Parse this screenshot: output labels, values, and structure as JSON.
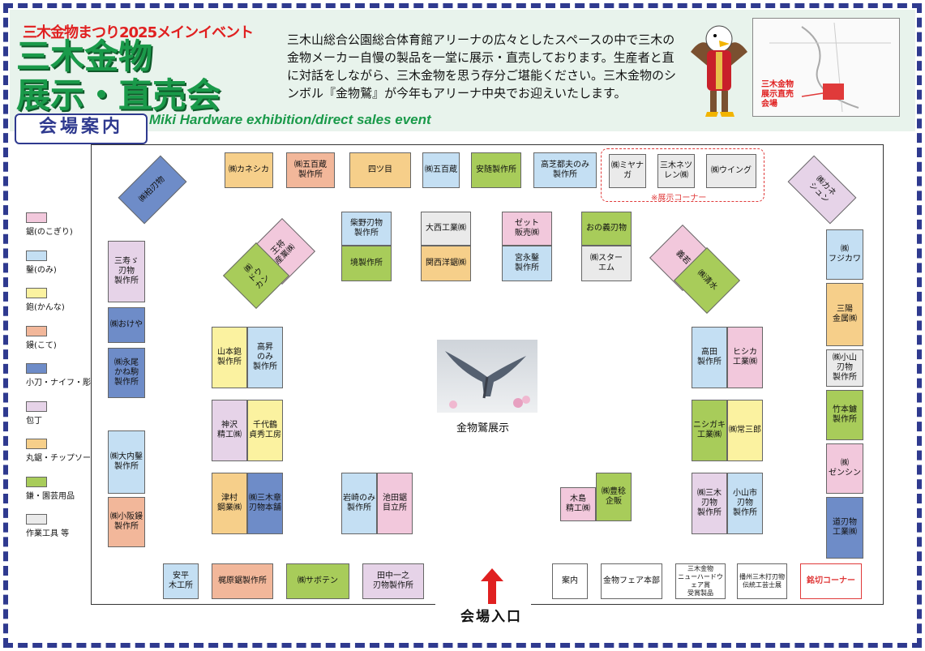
{
  "header": {
    "event_line": "三木金物まつり2025メインイベント",
    "title_line1": "三木金物",
    "title_line2": "展示・直売会",
    "guide": "会場案内",
    "english_title": "Miki Hardware exhibition/direct sales event",
    "description": "三木山総合公園総合体育館アリーナの広々としたスペースの中で三木の金物メーカー自慢の製品を一堂に展示・直売しております。生産者と直に対話をしながら、三木金物を思う存分ご堪能ください。三木金物のシンボル『金物鷲』が今年もアリーナ中央でお迎えいたします。",
    "inset_label": "三木金物\n展示直売\n会場"
  },
  "legend": [
    {
      "label": "鋸(のこぎり)",
      "color": "#f2c8dc"
    },
    {
      "label": "鑿(のみ)",
      "color": "#c4dff3"
    },
    {
      "label": "鉋(かんな)",
      "color": "#fbf2a0"
    },
    {
      "label": "鏝(こて)",
      "color": "#f2b79a"
    },
    {
      "label": "小刀・ナイフ・彫刻刀",
      "color": "#6e8cc8"
    },
    {
      "label": "包丁",
      "color": "#e6d3e8"
    },
    {
      "label": "丸鋸・チップソー",
      "color": "#f6cf8a"
    },
    {
      "label": "鎌・園芸用品",
      "color": "#a8cc5a"
    },
    {
      "label": "作業工具 等",
      "color": "#eaeaea"
    }
  ],
  "booths": {
    "kaneshika_top": "㈱カネシカ",
    "gohyakuzo_mfg": "㈱五百蔵\n製作所",
    "yotsume": "四ツ目",
    "gohyakuzo": "㈱五百蔵",
    "yasuaki": "安随製作所",
    "takashiba": "高芝都夫のみ\n製作所",
    "miyanaga": "㈱ミヤナガ",
    "miki_netsuren": "三木ネツ\nレン㈱",
    "wing": "㈱ウイング",
    "exhibit_corner": "※展示コーナー",
    "kashiwa": "㈱柏刃物",
    "kaneshun": "㈱カネ\nシュン",
    "miju": "三寿ゞ\n刃物\n製作所",
    "okeya": "㈱おけや",
    "nagao": "㈱永尾\nかね駒\n製作所",
    "ouchi": "㈱大内鑿\n製作所",
    "kosaka": "㈱小阪鏝\n製作所",
    "okyu": "王将\n産業㈱",
    "dokan": "㈱\nドウ\nカン",
    "shibano": "柴野刃物\n製作所",
    "sakai": "境製作所",
    "onishi": "大西工業㈱",
    "kansai_yonoko": "関西洋鋸㈱",
    "zetto": "ゼット\n販売㈱",
    "miyanaga_nomi": "宮永鑿\n製作所",
    "onogi": "おの義刃物",
    "star_m": "㈱スター\nエム",
    "kitsutsu": "義若",
    "kiyomizu": "㈱清水",
    "fujikawa": "㈱\nフジカワ",
    "sanyo": "三陽\n金属㈱",
    "koyama": "㈱小山\n刃物\n製作所",
    "takemoto": "竹本鑢\n製作所",
    "zenshin": "㈱\nゼンシン",
    "michi": "道刃物\n工業㈱",
    "yamamoto": "山本鉋\n製作所",
    "takanobori": "高昇\nのみ\n製作所",
    "kamisawa": "神沢\n精工㈱",
    "chiyozuru": "千代鶴\n貞秀工房",
    "tsumura": "津村\n鋼業㈱",
    "sanki_sho": "㈱三木章\n刃物本舗",
    "iwasaki": "岩崎のみ\n製作所",
    "ikeda": "池田鋸\n目立所",
    "kijima": "木島\n精工㈱",
    "houin": "㈱豊稔\n企販",
    "takada": "高田\n製作所",
    "hishika": "ヒシカ\n工業㈱",
    "nishigaki": "ニシガキ\n工業㈱",
    "tsunesaburo": "㈱常三郎",
    "miki_hamono": "㈱三木\n刃物\n製作所",
    "koyama_city": "小山市\n刃物\n製作所",
    "yasuhira": "安平\n木工所",
    "kajiwara": "梶原鋸製作所",
    "saboten": "㈱サボテン",
    "tanaka": "田中一之\n刃物製作所",
    "annai": "案内",
    "hq": "金物フェア本部",
    "award": "三木金物\nニューハードウェア賞\n受賞製品",
    "banshu": "播州三木打刃物\n伝統工芸士展",
    "mei_corner": "銘切コーナー"
  },
  "center": {
    "eagle_caption": "金物鷲展示"
  },
  "entrance": "会場入口"
}
